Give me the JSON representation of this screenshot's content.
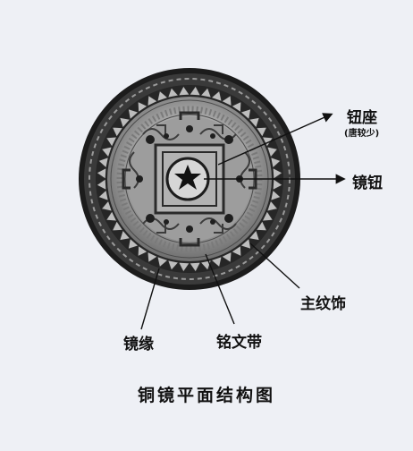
{
  "title": "铜镜平面结构图",
  "labels": {
    "knob_base": "钮座",
    "knob_base_note": "(唐较少)",
    "knob": "镜钮",
    "main_decoration": "主纹饰",
    "rim": "镜缘",
    "inscription_band": "铭文带"
  },
  "colors": {
    "background": "#eef0f5",
    "bronze_dark": "#1c1c1c",
    "bronze_mid": "#5b5b5b",
    "bronze_light": "#b9b9b9"
  }
}
